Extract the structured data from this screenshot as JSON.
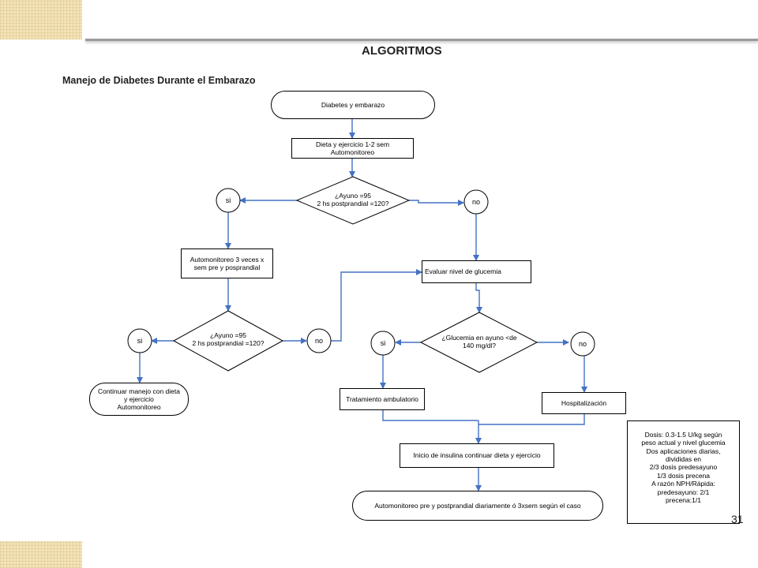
{
  "header": {
    "title": "ALGORITMOS",
    "subtitle": "Manejo de Diabetes Durante el Embarazo",
    "page_number": "31"
  },
  "flowchart": {
    "start": "Diabetes y embarazo",
    "diet": "Dieta y ejercicio 1-2 sem\nAutomonitoreo",
    "decision1": "¿Ayuno =95\n2 hs postprandial =120?",
    "yes1": "si",
    "no1": "no",
    "monitor3x": "Automonitoreo 3 veces x\nsem pre y posprandial",
    "decision2": "¿Ayuno =95\n2 hs postprandial =120?",
    "yes2": "si",
    "no2": "no",
    "continue": "Continuar manejo con dieta\ny ejercicio\nAutomonitoreo",
    "evaluate": "Evaluar nivel de glucemia",
    "decision3": "¿Glucemia en ayuno <de\n140 mg/dl?",
    "yes3": "si",
    "no3": "no",
    "ambulatory": "Tratamiento ambulatorio",
    "hospital": "Hospitalización",
    "insulin": "Inicio de insulina continuar dieta y ejercicio",
    "final": "Automonitoreo pre y postprandial diariamente ó 3xsem según el caso"
  },
  "dose_note": "Dosis: 0.3-1.5 U/kg según\npeso actual y  nivel glucemia\nDos aplicaciones diarias,\ndivididas en\n2/3 dosis predesayuno\n1/3 dosis precena\nA razón NPH/Rápida:\npredesayuno: 2/1\nprecena:1/1",
  "colors": {
    "arrow": "#4472c4",
    "corner": "#f3e3b6",
    "header_bar": "#9a9a9a"
  }
}
